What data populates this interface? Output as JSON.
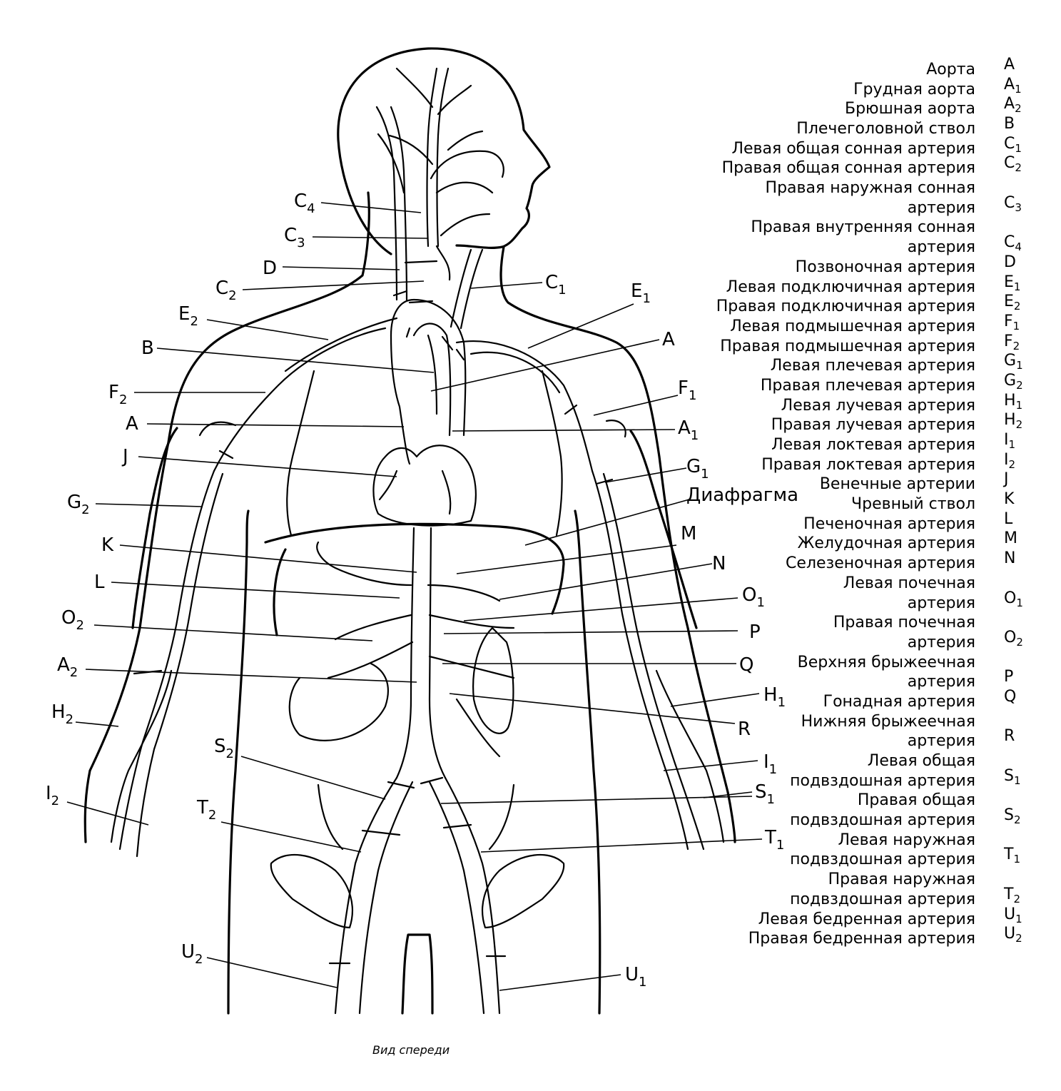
{
  "caption": "Вид спереди",
  "diagram_labels": {
    "C4": {
      "base": "C",
      "sub": "4"
    },
    "C3": {
      "base": "C",
      "sub": "3"
    },
    "D": {
      "base": "D",
      "sub": ""
    },
    "C2": {
      "base": "C",
      "sub": "2"
    },
    "C1": {
      "base": "C",
      "sub": "1"
    },
    "E1": {
      "base": "E",
      "sub": "1"
    },
    "E2": {
      "base": "E",
      "sub": "2"
    },
    "B": {
      "base": "B",
      "sub": ""
    },
    "A_top": {
      "base": "A",
      "sub": ""
    },
    "F2": {
      "base": "F",
      "sub": "2"
    },
    "F1": {
      "base": "F",
      "sub": "1"
    },
    "A_left": {
      "base": "A",
      "sub": ""
    },
    "A1": {
      "base": "A",
      "sub": "1"
    },
    "J": {
      "base": "J",
      "sub": ""
    },
    "G1": {
      "base": "G",
      "sub": "1"
    },
    "G2": {
      "base": "G",
      "sub": "2"
    },
    "diaphragm": {
      "base": "Диафрагма",
      "sub": ""
    },
    "K": {
      "base": "K",
      "sub": ""
    },
    "M": {
      "base": "M",
      "sub": ""
    },
    "N": {
      "base": "N",
      "sub": ""
    },
    "L": {
      "base": "L",
      "sub": ""
    },
    "O1": {
      "base": "O",
      "sub": "1"
    },
    "O2": {
      "base": "O",
      "sub": "2"
    },
    "P": {
      "base": "P",
      "sub": ""
    },
    "A2": {
      "base": "A",
      "sub": "2"
    },
    "Q": {
      "base": "Q",
      "sub": ""
    },
    "H1": {
      "base": "H",
      "sub": "1"
    },
    "H2": {
      "base": "H",
      "sub": "2"
    },
    "R": {
      "base": "R",
      "sub": ""
    },
    "I1": {
      "base": "I",
      "sub": "1"
    },
    "I2": {
      "base": "I",
      "sub": "2"
    },
    "S1": {
      "base": "S",
      "sub": "1"
    },
    "S2": {
      "base": "S",
      "sub": "2"
    },
    "T1": {
      "base": "T",
      "sub": "1"
    },
    "T2": {
      "base": "T",
      "sub": "2"
    },
    "U1": {
      "base": "U",
      "sub": "1"
    },
    "U2": {
      "base": "U",
      "sub": "2"
    }
  },
  "legend": [
    {
      "name": "Аорта",
      "code": "A",
      "sub": ""
    },
    {
      "name": "Грудная аорта",
      "code": "A",
      "sub": "1"
    },
    {
      "name": "Брюшная аорта",
      "code": "A",
      "sub": "2"
    },
    {
      "name": "Плечеголовной ствол",
      "code": "B",
      "sub": ""
    },
    {
      "name": "Левая общая сонная артерия",
      "code": "C",
      "sub": "1"
    },
    {
      "name": "Правая общая сонная артерия",
      "code": "C",
      "sub": "2"
    },
    {
      "name": "Правая наружная сонная",
      "code": "",
      "sub": ""
    },
    {
      "name": "артерия",
      "code": "C",
      "sub": "3"
    },
    {
      "name": "Правая внутренняя сонная",
      "code": "",
      "sub": ""
    },
    {
      "name": "артерия",
      "code": "C",
      "sub": "4"
    },
    {
      "name": "Позвоночная артерия",
      "code": "D",
      "sub": ""
    },
    {
      "name": "Левая подключичная артерия",
      "code": "E",
      "sub": "1"
    },
    {
      "name": "Правая подключичная артерия",
      "code": "E",
      "sub": "2"
    },
    {
      "name": "Левая подмышечная артерия",
      "code": "F",
      "sub": "1"
    },
    {
      "name": "Правая подмышечная артерия",
      "code": "F",
      "sub": "2"
    },
    {
      "name": "Левая плечевая артерия",
      "code": "G",
      "sub": "1"
    },
    {
      "name": "Правая плечевая артерия",
      "code": "G",
      "sub": "2"
    },
    {
      "name": "Левая лучевая артерия",
      "code": "H",
      "sub": "1"
    },
    {
      "name": "Правая лучевая артерия",
      "code": "H",
      "sub": "2"
    },
    {
      "name": "Левая локтевая артерия",
      "code": "I",
      "sub": "1"
    },
    {
      "name": "Правая локтевая артерия",
      "code": "I",
      "sub": "2"
    },
    {
      "name": "Венечные артерии",
      "code": "J",
      "sub": ""
    },
    {
      "name": "Чревный ствол",
      "code": "K",
      "sub": ""
    },
    {
      "name": "Печеночная артерия",
      "code": "L",
      "sub": ""
    },
    {
      "name": "Желудочная артерия",
      "code": "M",
      "sub": ""
    },
    {
      "name": "Селезеночная артерия",
      "code": "N",
      "sub": ""
    },
    {
      "name": "Левая почечная",
      "code": "",
      "sub": ""
    },
    {
      "name": "артерия",
      "code": "O",
      "sub": "1"
    },
    {
      "name": "Правая почечная",
      "code": "",
      "sub": ""
    },
    {
      "name": "артерия",
      "code": "O",
      "sub": "2"
    },
    {
      "name": "Верхняя брыжеечная",
      "code": "",
      "sub": ""
    },
    {
      "name": "артерия",
      "code": "P",
      "sub": ""
    },
    {
      "name": "Гонадная артерия",
      "code": "Q",
      "sub": ""
    },
    {
      "name": "Нижняя брыжеечная",
      "code": "",
      "sub": ""
    },
    {
      "name": "артерия",
      "code": "R",
      "sub": ""
    },
    {
      "name": "Левая общая",
      "code": "",
      "sub": ""
    },
    {
      "name": "подвздошная артерия",
      "code": "S",
      "sub": "1"
    },
    {
      "name": "Правая общая",
      "code": "",
      "sub": ""
    },
    {
      "name": "подвздошная артерия",
      "code": "S",
      "sub": "2"
    },
    {
      "name": "Левая наружная",
      "code": "",
      "sub": ""
    },
    {
      "name": "подвздошная артерия",
      "code": "T",
      "sub": "1"
    },
    {
      "name": "Правая наружная",
      "code": "",
      "sub": ""
    },
    {
      "name": "подвздошная артерия",
      "code": "T",
      "sub": "2"
    },
    {
      "name": "Левая бедренная артерия",
      "code": "U",
      "sub": "1"
    },
    {
      "name": "Правая бедренная артерия",
      "code": "U",
      "sub": "2"
    }
  ]
}
